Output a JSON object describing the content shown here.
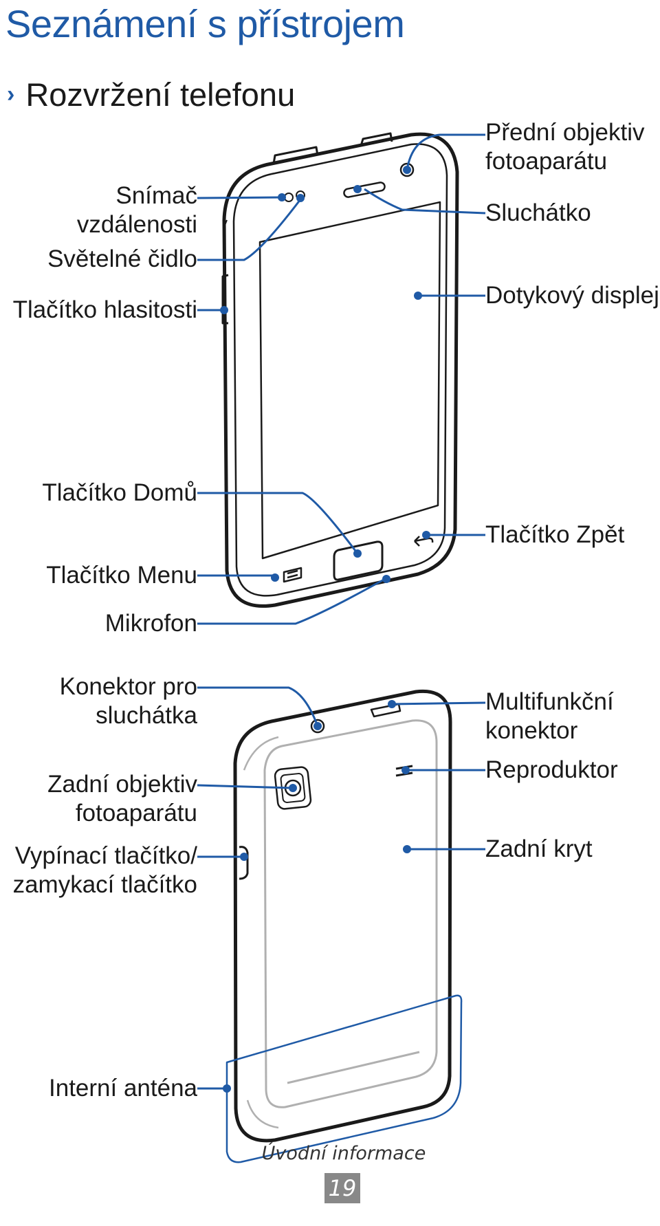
{
  "header": {
    "title": "Seznámení s přístrojem",
    "section_chevron": "›",
    "section_title": "Rozvržení telefonu"
  },
  "front": {
    "front_camera": "Přední objektiv\nfotoaparátu",
    "earpiece": "Sluchátko",
    "touchscreen": "Dotykový displej",
    "back_key": "Tlačítko Zpět",
    "proximity_sensor": "Snímač vzdálenosti",
    "light_sensor": "Světelné čidlo",
    "volume_key": "Tlačítko hlasitosti",
    "home_key": "Tlačítko Domů",
    "menu_key": "Tlačítko Menu",
    "microphone": "Mikrofon"
  },
  "back": {
    "headset_jack": "Konektor pro\nsluchátka",
    "rear_camera": "Zadní objektiv\nfotoaparátu",
    "power_key": "Vypínací tlačítko/\nzamykací tlačítko",
    "antenna": "Interní anténa",
    "multifunction_jack": "Multifunkční\nkonektor",
    "speaker": "Reproduktor",
    "back_cover": "Zadní kryt"
  },
  "footer": {
    "section": "Úvodní informace",
    "page": "19"
  },
  "colors": {
    "accent": "#1f5aa6",
    "text": "#1a1a1a"
  }
}
